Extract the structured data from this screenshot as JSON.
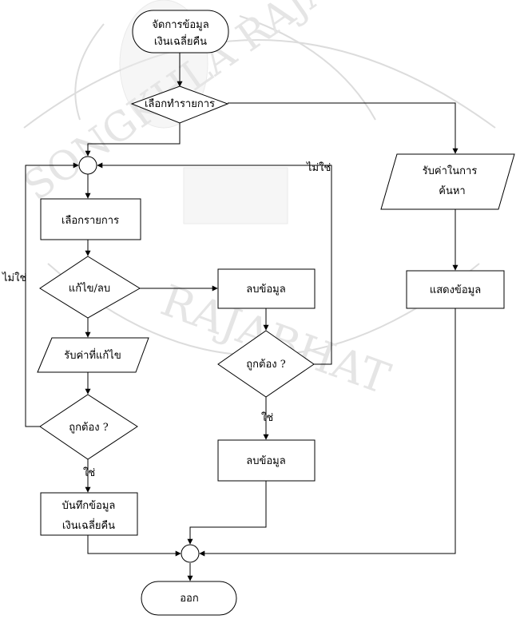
{
  "watermark": {
    "top_arc": "SONGKHLA RAJABHAT UNIVERSITY",
    "bottom_arc": "RAJABHAT"
  },
  "nodes": {
    "start": [
      "จัดการข้อมูล",
      "เงินเฉลี่ยคืน"
    ],
    "select_action": "เลือกทำรายการ",
    "select_item": "เลือกรายการ",
    "edit_delete": "แก้ไข/ลบ",
    "input_edit": "รับค่าที่แก้ไข",
    "check_left": "ถูกต้อง ?",
    "save": [
      "บันทึกข้อมูล",
      "เงินเฉลี่ยคืน"
    ],
    "delete_1": "ลบข้อมูล",
    "check_mid": "ถูกต้อง ?",
    "delete_2": "ลบข้อมูล",
    "search_input": [
      "รับค่าในการ",
      "ค้นหา"
    ],
    "show_data": "แสดงข้อมูล",
    "end": "ออก"
  },
  "edge_labels": {
    "no_left": "ไม่ใช่",
    "no_top": "ไม่ใช่",
    "yes_left": "ใช่",
    "yes_mid": "ใช่"
  }
}
